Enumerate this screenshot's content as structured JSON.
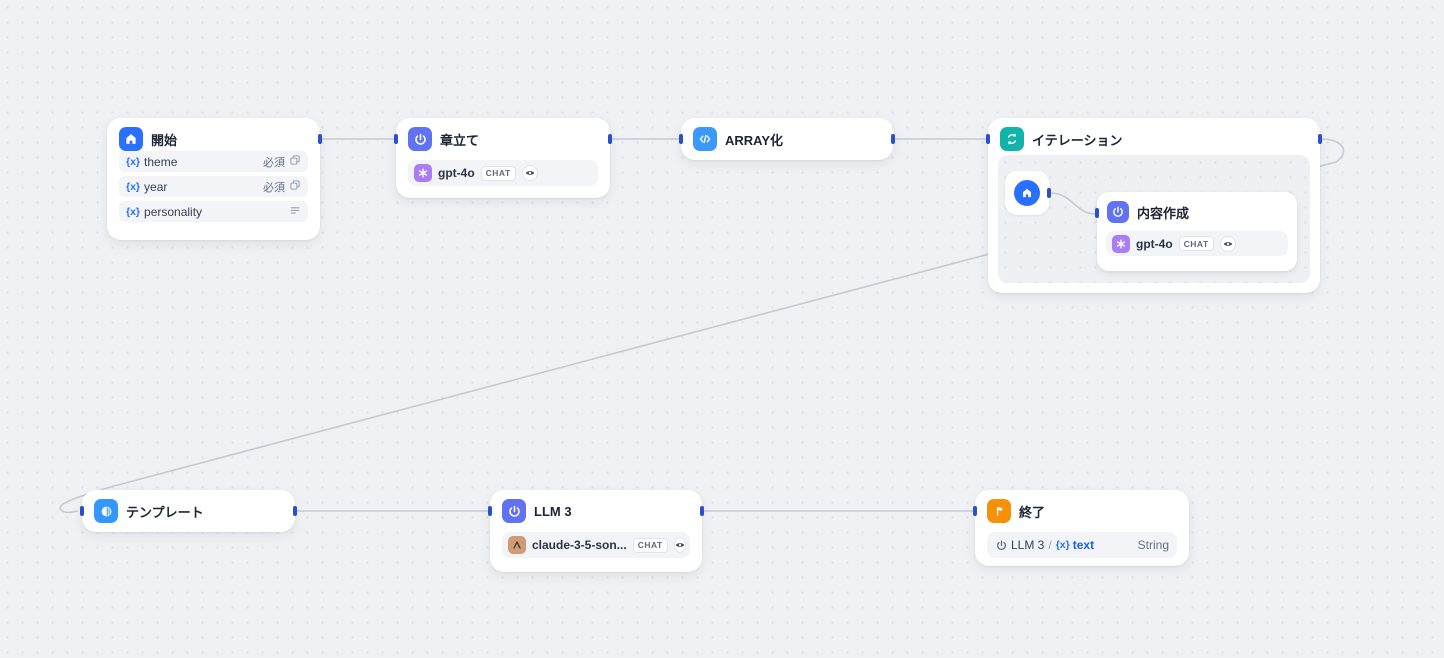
{
  "app": {
    "name": "workflow-canvas"
  },
  "colors": {
    "canvas_bg": "#F0F1F4",
    "edge": "#C5CAD3",
    "port": "#2B50C8",
    "start_icon": "#2970FF",
    "llm_icon": "#6172F3",
    "code_icon": "#3B99FC",
    "iteration_icon": "#12B3A8",
    "template_icon": "#3398FB",
    "end_icon": "#F79009",
    "openai_badge": "#AB7DF5",
    "anthropic_badge": "#D19B75",
    "variable_blue": "#155EEF"
  },
  "nodes": {
    "start": {
      "title": "開始",
      "variables": [
        {
          "prefix": "{x}",
          "name": "theme",
          "badge": "必須"
        },
        {
          "prefix": "{x}",
          "name": "year",
          "badge": "必須"
        },
        {
          "prefix": "{x}",
          "name": "personality",
          "badge": ""
        }
      ]
    },
    "chapter": {
      "title": "章立て",
      "model": {
        "name": "gpt-4o",
        "mode": "CHAT",
        "provider": "openai"
      }
    },
    "array": {
      "title": "ARRAY化"
    },
    "iteration": {
      "title": "イテレーション",
      "child": {
        "title": "内容作成",
        "model": {
          "name": "gpt-4o",
          "mode": "CHAT",
          "provider": "openai"
        }
      }
    },
    "template": {
      "title": "テンプレート"
    },
    "llm3": {
      "title": "LLM 3",
      "model": {
        "name": "claude-3-5-son...",
        "mode": "CHAT",
        "provider": "anthropic"
      }
    },
    "end": {
      "title": "終了",
      "output": {
        "node": "LLM 3",
        "separator": "/",
        "prefix": "{x}",
        "variable": "text",
        "type": "String"
      }
    }
  },
  "edges": [
    {
      "from": "start",
      "to": "chapter"
    },
    {
      "from": "chapter",
      "to": "array"
    },
    {
      "from": "array",
      "to": "iteration"
    },
    {
      "from": "iteration",
      "to": "template"
    },
    {
      "from": "template",
      "to": "llm3"
    },
    {
      "from": "llm3",
      "to": "end"
    },
    {
      "from": "iteration-start",
      "to": "iteration-child"
    }
  ]
}
